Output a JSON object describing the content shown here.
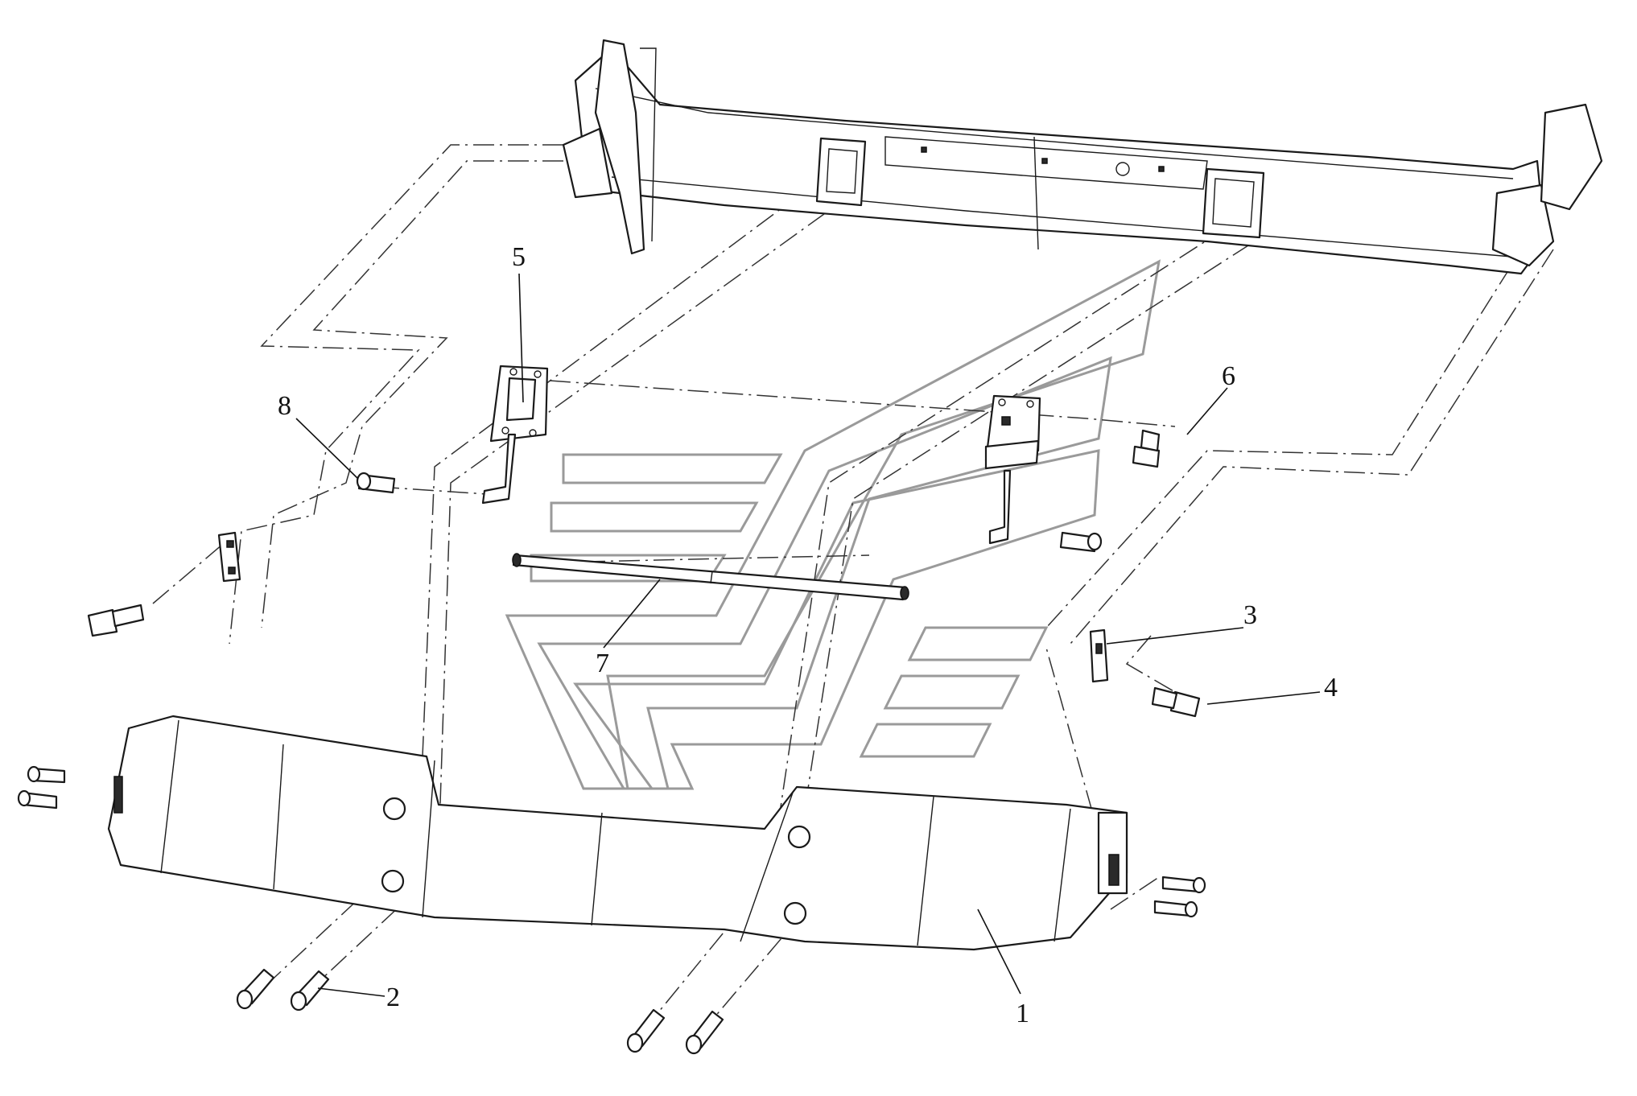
{
  "callouts": [
    {
      "id": "1",
      "label": "1"
    },
    {
      "id": "2",
      "label": "2"
    },
    {
      "id": "3",
      "label": "3"
    },
    {
      "id": "4",
      "label": "4"
    },
    {
      "id": "5",
      "label": "5"
    },
    {
      "id": "6",
      "label": "6"
    },
    {
      "id": "7",
      "label": "7"
    },
    {
      "id": "8",
      "label": "8"
    }
  ],
  "colors": {
    "line": "#1a1a1a",
    "logo_outline": "#9a9a9a",
    "background": "#ffffff"
  }
}
